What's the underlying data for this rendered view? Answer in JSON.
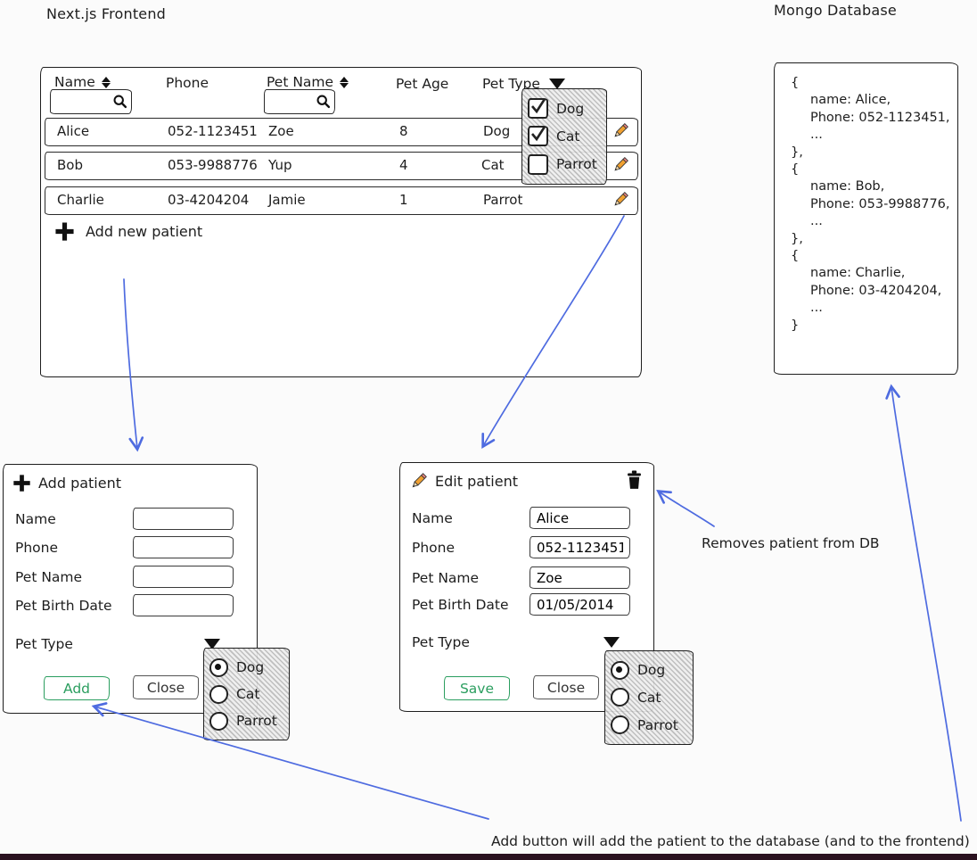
{
  "page": {
    "frontend_label": "Next.js Frontend",
    "database_label": "Mongo Database"
  },
  "table": {
    "headers": {
      "name": "Name",
      "phone": "Phone",
      "pet_name": "Pet Name",
      "pet_age": "Pet Age",
      "pet_type": "Pet Type"
    },
    "search": {
      "name_value": "",
      "pet_name_value": ""
    },
    "rows": [
      {
        "name": "Alice",
        "phone": "052-1123451",
        "pet_name": "Zoe",
        "pet_age": "8",
        "pet_type": "Dog"
      },
      {
        "name": "Bob",
        "phone": "053-9988776",
        "pet_name": "Yup",
        "pet_age": "4",
        "pet_type": "Cat"
      },
      {
        "name": "Charlie",
        "phone": "03-4204204",
        "pet_name": "Jamie",
        "pet_age": "1",
        "pet_type": "Parrot"
      }
    ],
    "pet_type_filter": {
      "options": [
        {
          "label": "Dog",
          "checked": true
        },
        {
          "label": "Cat",
          "checked": true
        },
        {
          "label": "Parrot",
          "checked": false
        }
      ]
    },
    "add_new_label": "Add new patient"
  },
  "add_modal": {
    "title": "Add patient",
    "fields": [
      {
        "label": "Name",
        "value": ""
      },
      {
        "label": "Phone",
        "value": ""
      },
      {
        "label": "Pet Name",
        "value": ""
      },
      {
        "label": "Pet Birth Date",
        "value": ""
      }
    ],
    "pet_type_label": "Pet Type",
    "buttons": {
      "primary": "Add",
      "secondary": "Close"
    },
    "pet_type_options": [
      {
        "label": "Dog",
        "selected": true
      },
      {
        "label": "Cat",
        "selected": false
      },
      {
        "label": "Parrot",
        "selected": false
      }
    ]
  },
  "edit_modal": {
    "title": "Edit patient",
    "fields": [
      {
        "label": "Name",
        "value": "Alice"
      },
      {
        "label": "Phone",
        "value": "052-1123451"
      },
      {
        "label": "Pet Name",
        "value": "Zoe"
      },
      {
        "label": "Pet Birth Date",
        "value": "01/05/2014"
      }
    ],
    "pet_type_label": "Pet Type",
    "buttons": {
      "primary": "Save",
      "secondary": "Close"
    },
    "pet_type_options": [
      {
        "label": "Dog",
        "selected": true
      },
      {
        "label": "Cat",
        "selected": false
      },
      {
        "label": "Parrot",
        "selected": false
      }
    ]
  },
  "database_box": {
    "lines": [
      "{",
      "name: Alice,",
      "Phone: 052-1123451,",
      "...",
      "},",
      "{",
      "name: Bob,",
      "Phone: 053-9988776,",
      "...",
      "},",
      "{",
      "name: Charlie,",
      "Phone: 03-4204204,",
      "...",
      "}"
    ]
  },
  "annotations": {
    "remove_note": "Removes patient from DB",
    "add_note": "Add button will add the patient to the database (and to the frontend)"
  },
  "colors": {
    "ink": "#1e1e1e",
    "arrow_blue": "#4e6be0",
    "accent_green": "#2b9e5f",
    "pencil_orange": "#f0a030"
  }
}
